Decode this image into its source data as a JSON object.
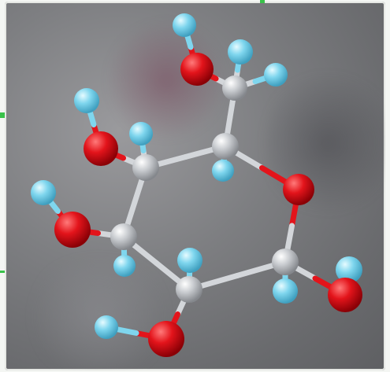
{
  "colors": {
    "oxygen": "#e3141b",
    "hydrogen": "#7fd6ee",
    "carbon": "#c9ccd0",
    "bond_carbon": "#d3d6da",
    "bond_oxygen": "#e3141b",
    "bond_hydrogen": "#7fd6ee",
    "background": "#77787b",
    "edge_marks": "#39c24a"
  },
  "molecule": {
    "atoms": [
      {
        "id": "C1",
        "el": "C"
      },
      {
        "id": "C2",
        "el": "C"
      },
      {
        "id": "C3",
        "el": "C"
      },
      {
        "id": "C4",
        "el": "C"
      },
      {
        "id": "C5",
        "el": "C"
      },
      {
        "id": "C6",
        "el": "C"
      },
      {
        "id": "O_ring",
        "el": "O"
      },
      {
        "id": "O_C6",
        "el": "O"
      },
      {
        "id": "O_C4",
        "el": "O"
      },
      {
        "id": "O_C3",
        "el": "O"
      },
      {
        "id": "O_C2",
        "el": "O"
      },
      {
        "id": "O_C1",
        "el": "O"
      },
      {
        "id": "H_O_C6",
        "el": "H"
      },
      {
        "id": "H_C6a",
        "el": "H"
      },
      {
        "id": "H_C6b",
        "el": "H"
      },
      {
        "id": "H_O_C4",
        "el": "H"
      },
      {
        "id": "H_C4",
        "el": "H"
      },
      {
        "id": "H_C5",
        "el": "H"
      },
      {
        "id": "H_O_C3",
        "el": "H"
      },
      {
        "id": "H_C3",
        "el": "H"
      },
      {
        "id": "H_C2",
        "el": "H"
      },
      {
        "id": "H_O_C2",
        "el": "H"
      },
      {
        "id": "H_C1",
        "el": "H"
      },
      {
        "id": "H_O_C1",
        "el": "H"
      }
    ]
  }
}
